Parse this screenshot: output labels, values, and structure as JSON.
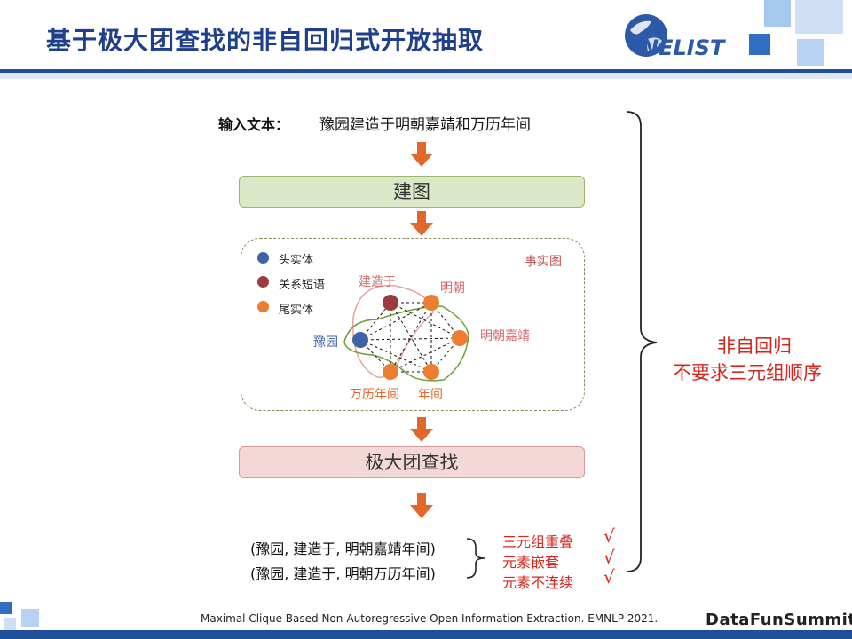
{
  "title": "基于极大团查找的非自回归式开放抽取",
  "logo": {
    "text": "NELIST"
  },
  "input": {
    "label": "输入文本：",
    "text": "豫园建造于明朝嘉靖和万历年间"
  },
  "steps": {
    "build_graph": "建图",
    "max_clique": "极大团查找"
  },
  "graph": {
    "label": "事实图",
    "legend": [
      {
        "label": "头实体",
        "color": "#3f64a6"
      },
      {
        "label": "关系短语",
        "color": "#9b3a3f"
      },
      {
        "label": "尾实体",
        "color": "#ed7d31"
      }
    ],
    "nodes": {
      "head": "豫园",
      "relation": "建造于",
      "tail1": "明朝",
      "tail2": "明朝嘉靖",
      "tail3": "万历年间",
      "tail4": "年间"
    }
  },
  "results": [
    "(豫园, 建造于, 明朝嘉靖年间)",
    "(豫园, 建造于, 明朝万历年间)"
  ],
  "properties": [
    {
      "label": "三元组重叠",
      "check": "√"
    },
    {
      "label": "元素嵌套",
      "check": "√"
    },
    {
      "label": "元素不连续",
      "check": "√"
    }
  ],
  "side_note": {
    "line1": "非自回归",
    "line2": "不要求三元组顺序"
  },
  "citation": "Maximal Clique Based Non-Autoregressive Open Information Extraction. EMNLP 2021.",
  "brand": "DataFunSummit",
  "colors": {
    "title": "#1f3f8c",
    "accent_red": "#d7261e",
    "arrow": "#e2672b",
    "bar": "#1f4f99"
  }
}
